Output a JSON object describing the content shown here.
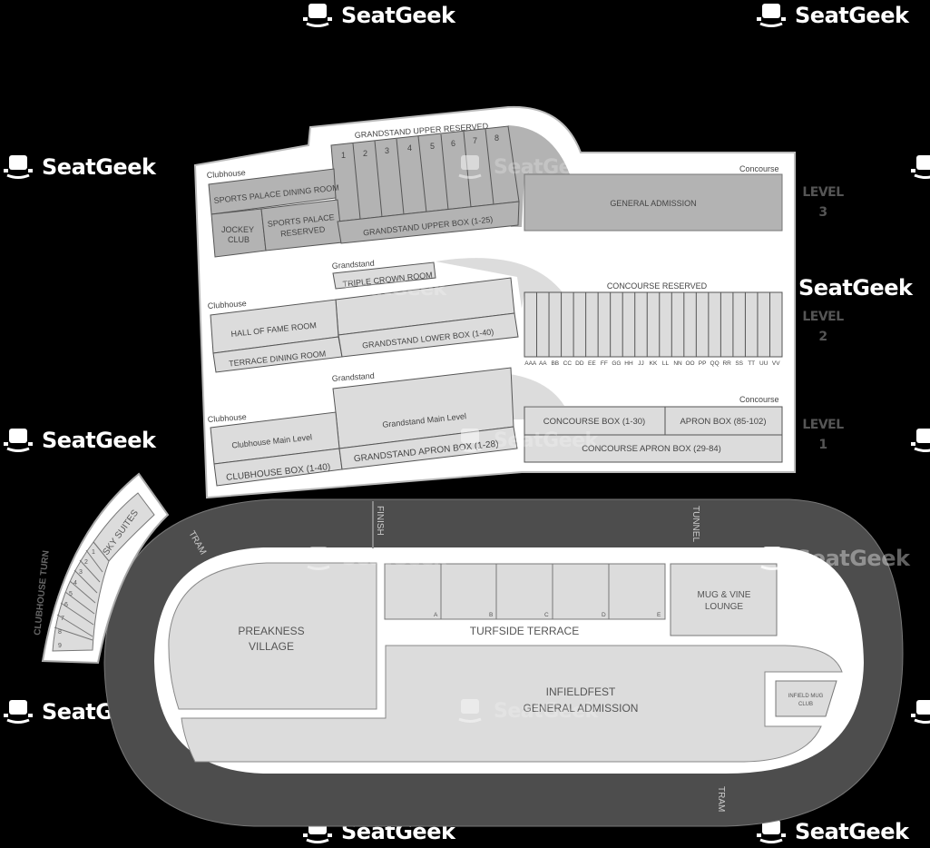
{
  "brand": {
    "name": "SeatGeek",
    "icon": "top-hat-icon",
    "color": "#ffffff"
  },
  "colors": {
    "background": "#000000",
    "panel": "#ffffff",
    "section_dark": "#b3b3b3",
    "section_light": "#dcdcdc",
    "track": "#4d4d4d",
    "label_text": "#555555"
  },
  "levels": [
    {
      "label": "LEVEL",
      "number": "3",
      "areas": {
        "clubhouse_label": "Clubhouse",
        "concourse_label": "Concourse",
        "grandstand_upper_reserved": "GRANDSTAND UPPER RESERVED",
        "upper_reserved_sections": [
          "1",
          "2",
          "3",
          "4",
          "5",
          "6",
          "7",
          "8"
        ],
        "sports_palace_dining_room": "SPORTS PALACE DINING ROOM",
        "jockey_club": [
          "JOCKEY",
          "CLUB"
        ],
        "sports_palace_reserved": [
          "SPORTS PALACE",
          "RESERVED"
        ],
        "grandstand_upper_box": "GRANDSTAND UPPER BOX (1-25)",
        "general_admission": "GENERAL ADMISSION"
      }
    },
    {
      "label": "LEVEL",
      "number": "2",
      "areas": {
        "grandstand_label": "Grandstand",
        "clubhouse_label": "Clubhouse",
        "triple_crown_room": "TRIPLE CROWN ROOM",
        "hall_of_fame_room": "HALL OF FAME ROOM",
        "terrace_dining_room": "TERRACE DINING ROOM",
        "grandstand_lower_box": "GRANDSTAND LOWER BOX (1-40)",
        "concourse_reserved": "CONCOURSE RESERVED",
        "concourse_reserved_rows": [
          "AAA",
          "AA",
          "BB",
          "CC",
          "DD",
          "EE",
          "FF",
          "GG",
          "HH",
          "JJ",
          "KK",
          "LL",
          "NN",
          "OO",
          "PP",
          "QQ",
          "RR",
          "SS",
          "TT",
          "UU",
          "VV"
        ]
      }
    },
    {
      "label": "LEVEL",
      "number": "1",
      "areas": {
        "grandstand_label": "Grandstand",
        "clubhouse_label": "Clubhouse",
        "concourse_label": "Concourse",
        "clubhouse_main_level": "Clubhouse Main Level",
        "grandstand_main_level": "Grandstand Main Level",
        "clubhouse_box": "CLUBHOUSE BOX (1-40)",
        "grandstand_apron_box": "GRANDSTAND APRON BOX (1-28)",
        "concourse_box": "CONCOURSE BOX (1-30)",
        "apron_box": "APRON BOX (85-102)",
        "concourse_apron_box": "CONCOURSE APRON BOX (29-84)"
      }
    }
  ],
  "clubhouse_turn": {
    "label": "CLUBHOUSE TURN",
    "sky_suites": "SKY SUITES",
    "suites": [
      "1",
      "2",
      "3",
      "4",
      "5",
      "6",
      "7",
      "8",
      "9"
    ]
  },
  "track": {
    "tram_top": "TRAM",
    "tram_bottom": "TRAM",
    "finish": "FINISH",
    "tunnel": "TUNNEL"
  },
  "infield": {
    "preakness_village": [
      "PREAKNESS",
      "VILLAGE"
    ],
    "turfside_terrace": "TURFSIDE TERRACE",
    "terrace_sections": [
      "A",
      "B",
      "C",
      "D",
      "E"
    ],
    "mug_vine_lounge": [
      "MUG & VINE",
      "LOUNGE"
    ],
    "infieldfest": [
      "INFIELDFEST",
      "GENERAL ADMISSION"
    ],
    "infield_mug_club": [
      "INFIELD MUG",
      "CLUB"
    ]
  }
}
